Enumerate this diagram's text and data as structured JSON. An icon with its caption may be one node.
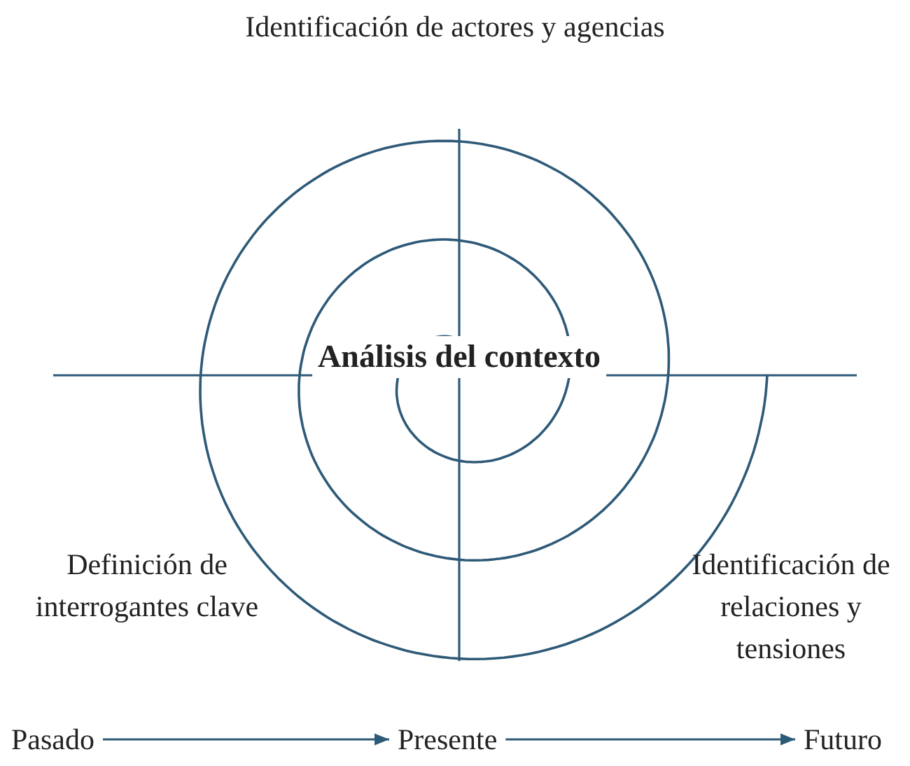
{
  "diagram": {
    "nodes": [
      {
        "text": [
          "Pasado"
        ]
      },
      {
        "text": [
          "Presente"
        ]
      },
      {
        "text": [
          "Futuro"
        ]
      }
    ],
    "edges": [
      {
        "from": 0,
        "to": 1,
        "arrow": "to"
      },
      {
        "from": 1,
        "to": 2,
        "arrow": "to"
      }
    ],
    "labels": [
      "Identificación de actores y agencias",
      "Análisis del contexto",
      "Definición de interrogantes clave",
      "Identificación de relaciones y tensiones"
    ]
  }
}
